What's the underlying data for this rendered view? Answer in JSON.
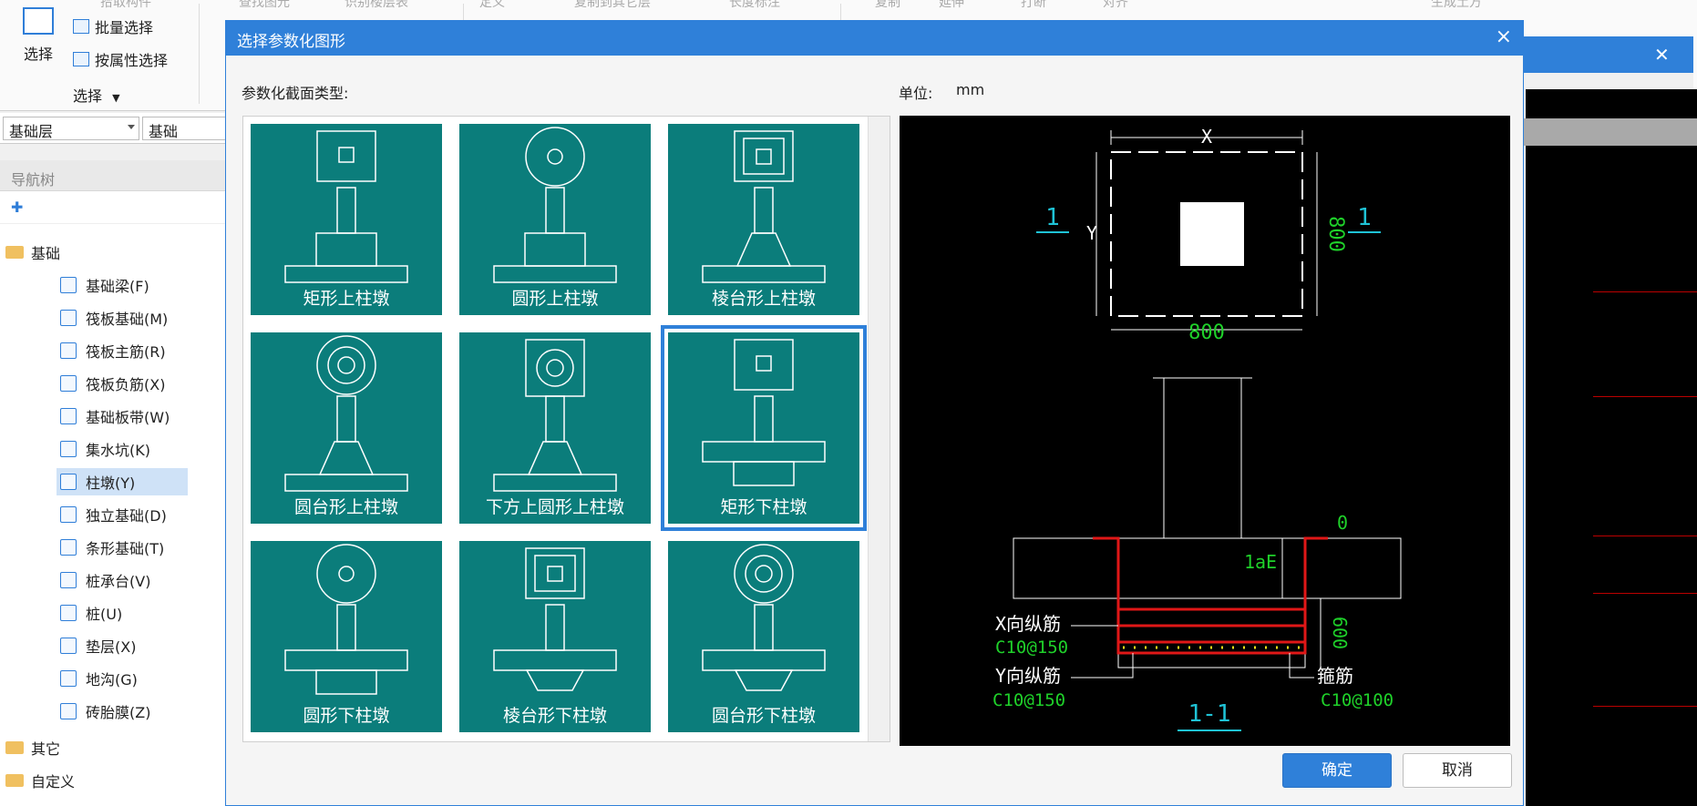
{
  "ribbon": {
    "select_label": "选择",
    "batch_select": "批量选择",
    "attr_select": "按属性选择",
    "group_select": "选择",
    "ghost_items": [
      "拾取构件",
      "查找图元",
      "识别楼层表",
      "定义",
      "复制到其它层",
      "长度标注",
      "复制",
      "延伸",
      "打断",
      "对齐",
      "生成土方"
    ]
  },
  "floorbar": {
    "layer": "基础层",
    "category": "基础"
  },
  "nav": {
    "title": "导航树",
    "root": "基础",
    "items": [
      {
        "label": "基础梁(F)",
        "icon": "pencil-icon"
      },
      {
        "label": "筏板基础(M)",
        "icon": "raft-icon"
      },
      {
        "label": "筏板主筋(R)",
        "icon": "raft-main-rebar-icon"
      },
      {
        "label": "筏板负筋(X)",
        "icon": "raft-neg-rebar-icon"
      },
      {
        "label": "基础板带(W)",
        "icon": "strip-icon"
      },
      {
        "label": "集水坑(K)",
        "icon": "sump-icon"
      },
      {
        "label": "柱墩(Y)",
        "icon": "column-pier-icon",
        "selected": true
      },
      {
        "label": "独立基础(D)",
        "icon": "isolated-footing-icon"
      },
      {
        "label": "条形基础(T)",
        "icon": "strip-footing-icon"
      },
      {
        "label": "桩承台(V)",
        "icon": "pile-cap-icon"
      },
      {
        "label": "桩(U)",
        "icon": "pile-icon"
      },
      {
        "label": "垫层(X)",
        "icon": "cushion-icon"
      },
      {
        "label": "地沟(G)",
        "icon": "trench-icon"
      },
      {
        "label": "砖胎膜(Z)",
        "icon": "brick-mold-icon"
      }
    ],
    "others": "其它",
    "custom": "自定义"
  },
  "dialog": {
    "title": "选择参数化图形",
    "close": "×",
    "section_label": "参数化截面类型:",
    "unit_label": "单位:",
    "unit_value": "mm",
    "ok": "确定",
    "cancel": "取消",
    "shapes": [
      {
        "label": "矩形上柱墩",
        "top": "rect",
        "base": "rect-up"
      },
      {
        "label": "圆形上柱墩",
        "top": "circle",
        "base": "rect-up"
      },
      {
        "label": "棱台形上柱墩",
        "top": "frustum",
        "base": "trap-up"
      },
      {
        "label": "圆台形上柱墩",
        "top": "cone",
        "base": "trap-up"
      },
      {
        "label": "下方上圆形上柱墩",
        "top": "sqcircle",
        "base": "trap-up"
      },
      {
        "label": "矩形下柱墩",
        "top": "rect",
        "base": "rect-down",
        "selected": true
      },
      {
        "label": "圆形下柱墩",
        "top": "circle",
        "base": "rect-down"
      },
      {
        "label": "棱台形下柱墩",
        "top": "frustum",
        "base": "trap-down"
      },
      {
        "label": "圆台形下柱墩",
        "top": "cone",
        "base": "trap-down"
      }
    ],
    "preview": {
      "dim_x": "X",
      "dim_y": "Y",
      "dim_800_h": "800",
      "dim_800_v": "800",
      "section_mark": "1",
      "dim_0": "0",
      "lae": "1aE",
      "dim_600": "600",
      "x_rebar": "X向纵筋",
      "x_rebar_spec": "C10@150",
      "y_rebar": "Y向纵筋",
      "y_rebar_spec": "C10@150",
      "stirrup": "箍筋",
      "stirrup_spec": "C10@100",
      "section_title": "1-1"
    }
  }
}
